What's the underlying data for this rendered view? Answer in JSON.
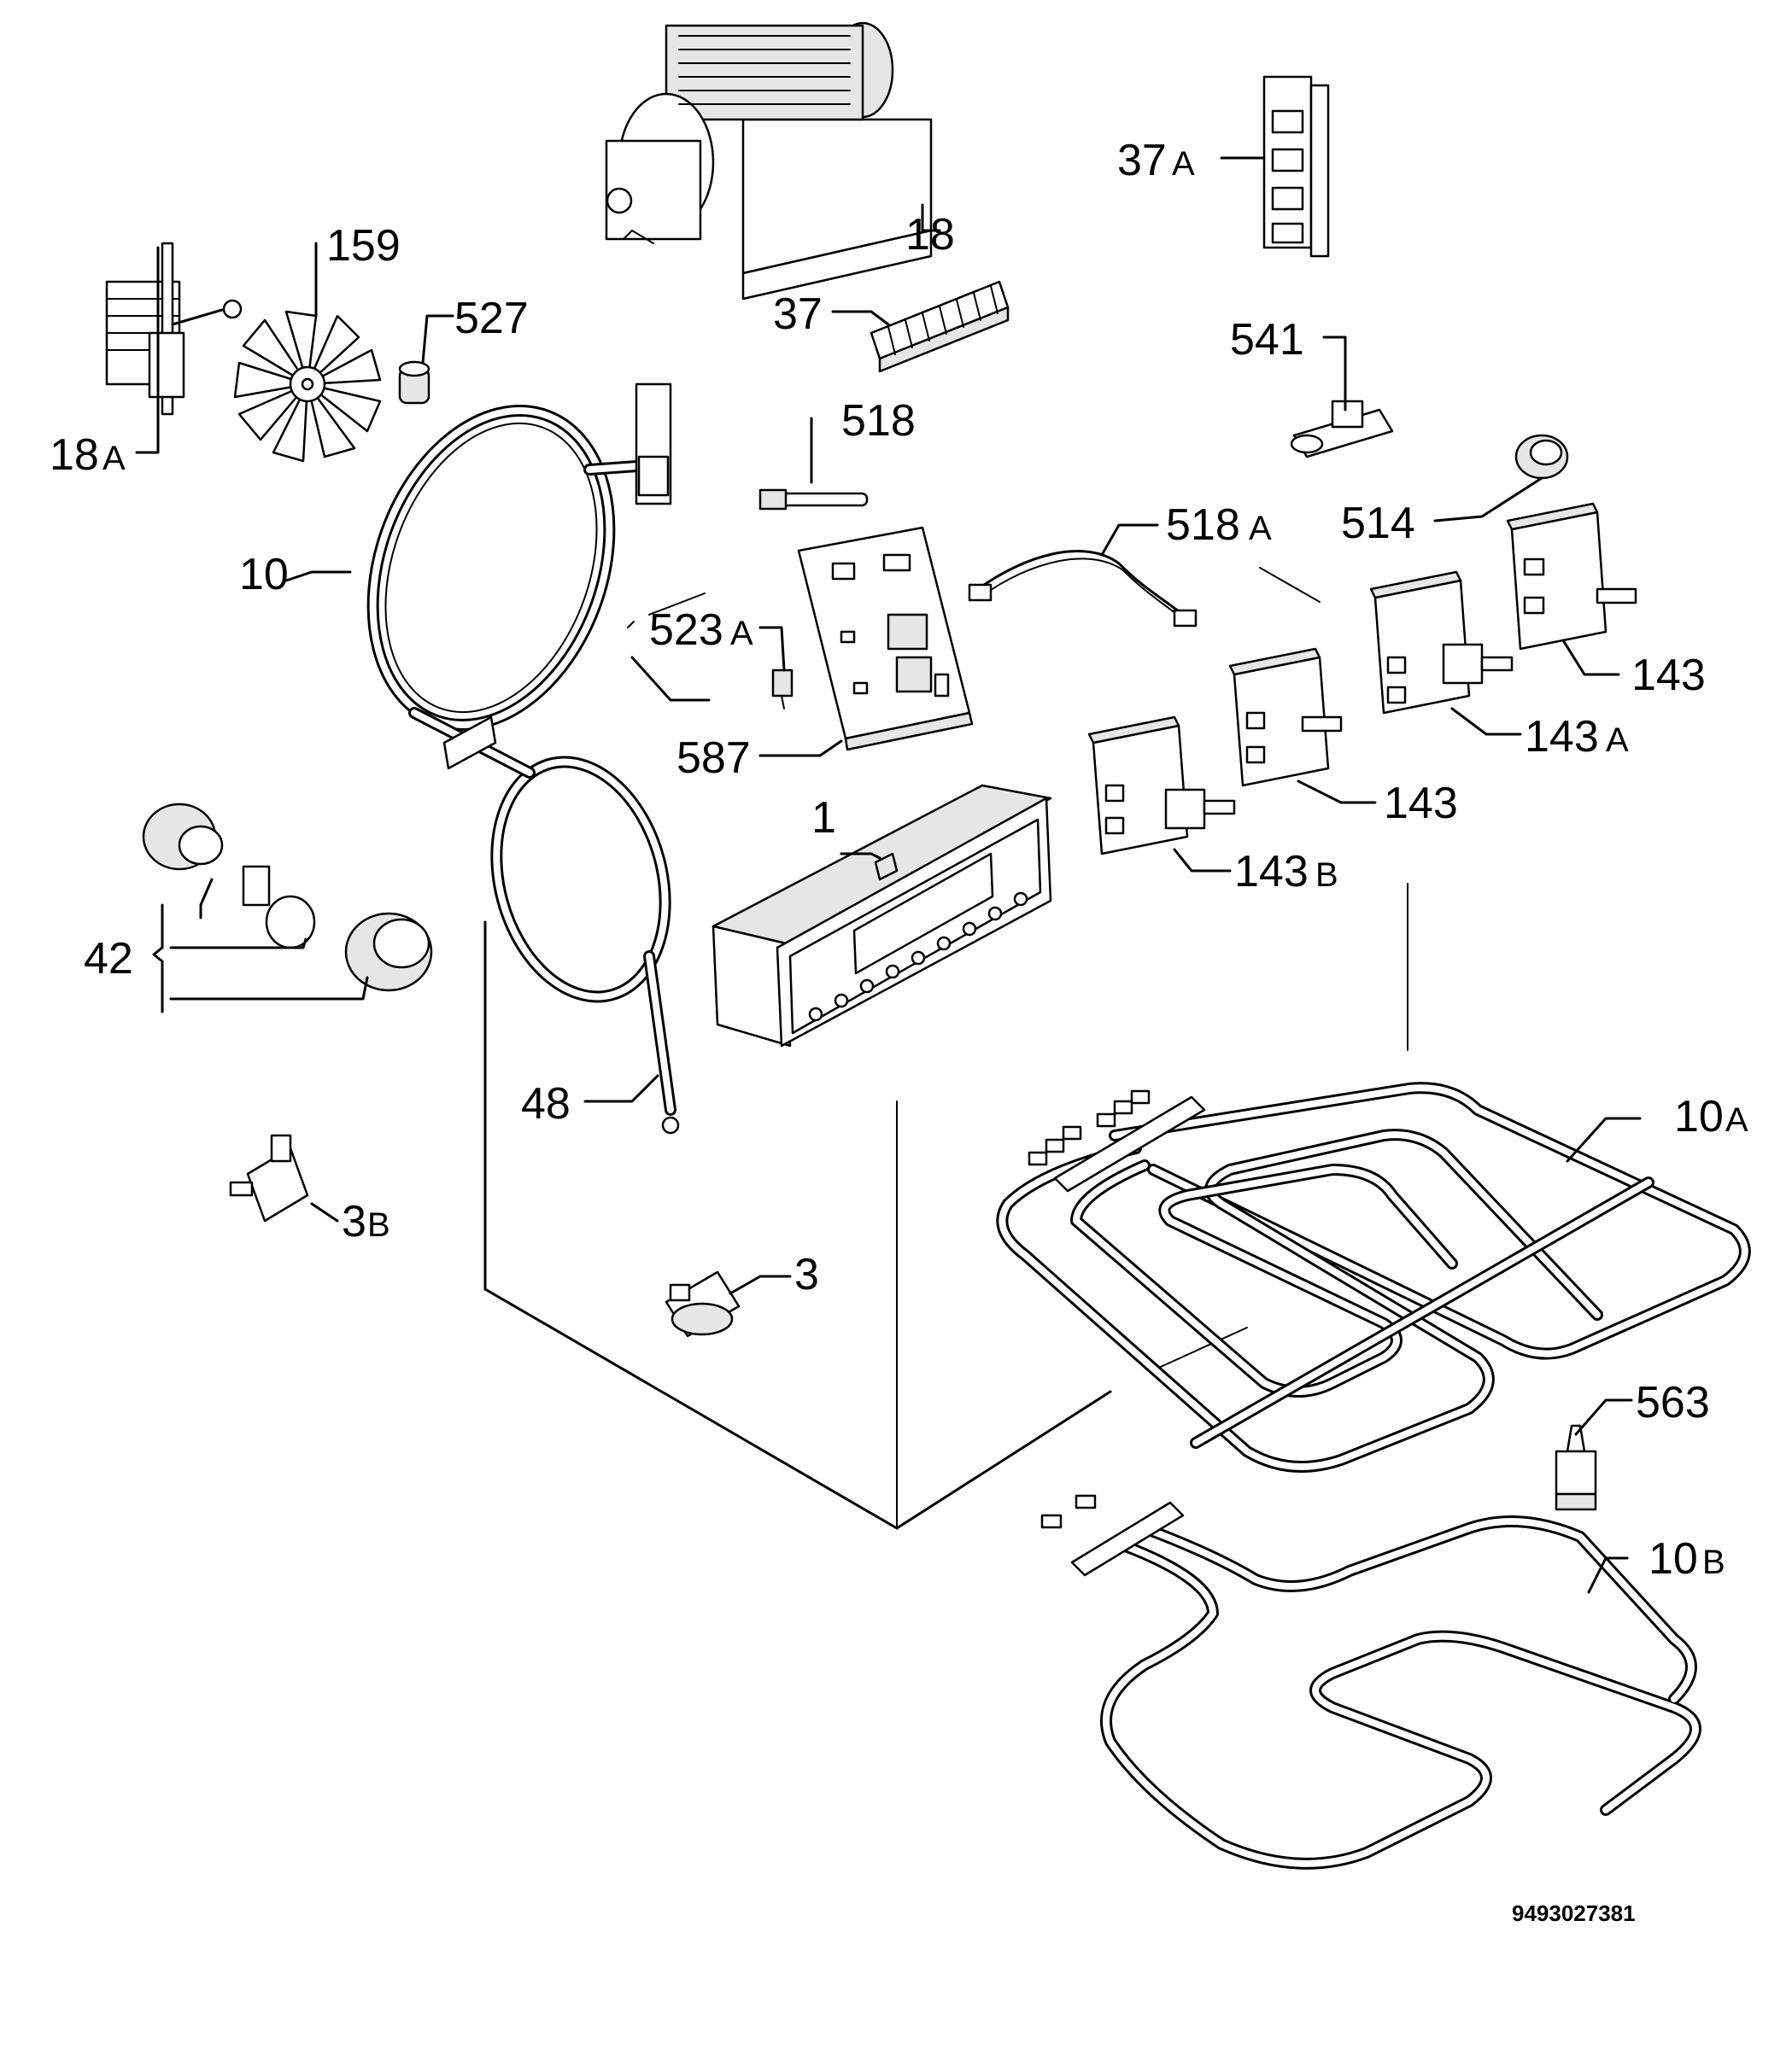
{
  "labels": {
    "p1": "1",
    "p3": "3",
    "p3b_num": "3",
    "p3b_suf": "B",
    "p10": "10",
    "p10a_num": "10",
    "p10a_suf": "A",
    "p10b_num": "10",
    "p10b_suf": "B",
    "p18": "18",
    "p18a_num": "18",
    "p18a_suf": "A",
    "p37": "37",
    "p37a_num": "37",
    "p37a_suf": "A",
    "p42": "42",
    "p48": "48",
    "p143_top": "143",
    "p143_mid": "143",
    "p143a_num": "143",
    "p143a_suf": "A",
    "p143b_num": "143",
    "p143b_suf": "B",
    "p159": "159",
    "p514": "514",
    "p518": "518",
    "p518a_num": "518",
    "p518a_suf": "A",
    "p523a_num": "523",
    "p523a_suf": "A",
    "p527": "527",
    "p541": "541",
    "p563": "563",
    "p587": "587"
  },
  "document_number": "9493027381"
}
